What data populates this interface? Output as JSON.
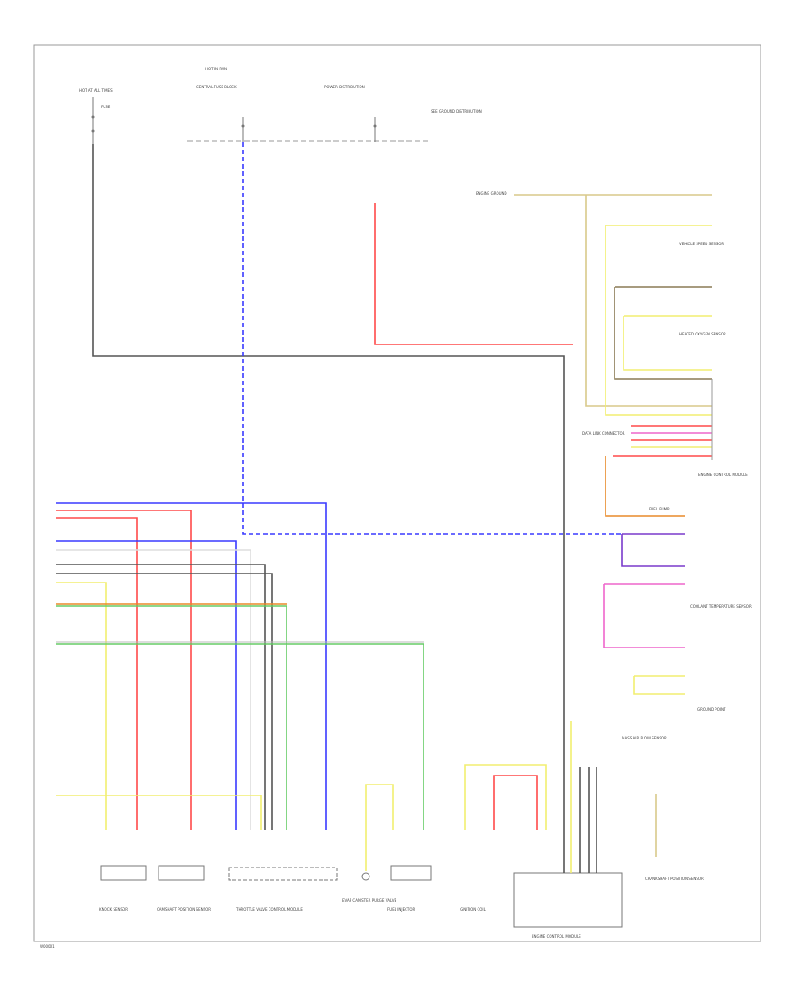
{
  "page": {
    "footer_code": "W00001",
    "background": "#ffffff"
  },
  "labels": {
    "hot_at_all_times_left": "HOT AT ALL TIMES",
    "fuse_left": "FUSE",
    "hot_in_run": "HOT IN RUN",
    "fuse_block_mid": "CENTRAL FUSE BLOCK",
    "power_dist_right": "POWER DISTRIBUTION",
    "see_ground": "SEE GROUND DISTRIBUTION",
    "engine_ground": "ENGINE GROUND",
    "vehicle_speed": "VEHICLE SPEED SENSOR",
    "heated_oxygen": "HEATED OXYGEN SENSOR",
    "engine_control_module": "ENGINE CONTROL MODULE",
    "coolant_temp": "COOLANT TEMPERATURE SENSOR",
    "fuel_pump": "FUEL PUMP",
    "data_link": "DATA LINK CONNECTOR",
    "throttle_module": "THROTTLE VALVE CONTROL MODULE",
    "canister_purge": "EVAP CANISTER PURGE VALVE",
    "fuel_injector": "FUEL INJECTOR",
    "ignition_coil": "IGNITION COIL",
    "knock_sensor": "KNOCK SENSOR",
    "camshaft_sensor": "CAMSHAFT POSITION SENSOR",
    "crankshaft_sensor": "CRANKSHAFT POSITION SENSOR",
    "mass_air_flow": "MASS AIR FLOW SENSOR",
    "ground_point": "GROUND POINT"
  },
  "colors": {
    "black": "#555555",
    "blue": "#3a3aff",
    "red": "#ff4a4a",
    "yellow": "#f2ee70",
    "green": "#66cc66",
    "orange": "#e88a2a",
    "purple": "#7a3acc",
    "pink": "#ee66cc",
    "brown": "#aa8855",
    "grey": "#aaaaaa",
    "tan": "#d9c98a"
  }
}
